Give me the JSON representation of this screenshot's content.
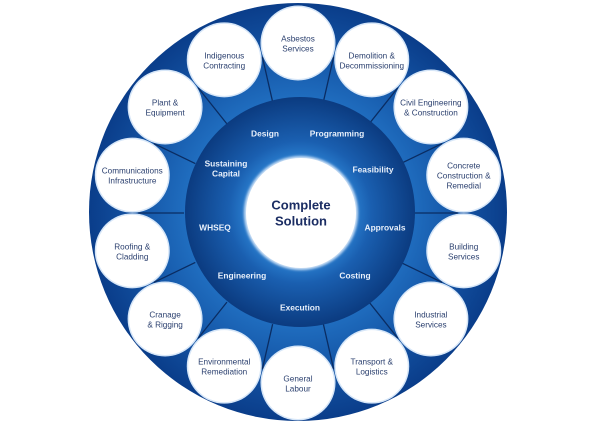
{
  "center": {
    "lines": [
      "Complete",
      "Solution"
    ]
  },
  "inner_ring": [
    {
      "lines": [
        "Design"
      ]
    },
    {
      "lines": [
        "Programming"
      ]
    },
    {
      "lines": [
        "Feasibility"
      ]
    },
    {
      "lines": [
        "Approvals"
      ]
    },
    {
      "lines": [
        "Costing"
      ]
    },
    {
      "lines": [
        "Execution"
      ]
    },
    {
      "lines": [
        "Engineering"
      ]
    },
    {
      "lines": [
        "WHSEQ"
      ]
    },
    {
      "lines": [
        "Sustaining",
        "Capital"
      ]
    }
  ],
  "services": [
    {
      "lines": [
        "Asbestos",
        "Services"
      ]
    },
    {
      "lines": [
        "Demolition &",
        "Decommissioning"
      ]
    },
    {
      "lines": [
        "Civil Engineering",
        "& Construction"
      ]
    },
    {
      "lines": [
        "Concrete",
        "Construction &",
        "Remedial"
      ]
    },
    {
      "lines": [
        "Building",
        "Services"
      ]
    },
    {
      "lines": [
        "Industrial",
        "Services"
      ]
    },
    {
      "lines": [
        "Transport &",
        "Logistics"
      ]
    },
    {
      "lines": [
        "General",
        "Labour"
      ]
    },
    {
      "lines": [
        "Environmental",
        "Remediation"
      ]
    },
    {
      "lines": [
        "Cranage",
        "& Rigging"
      ]
    },
    {
      "lines": [
        "Roofing &",
        "Cladding"
      ]
    },
    {
      "lines": [
        "Communications",
        "Infrastructure"
      ]
    },
    {
      "lines": [
        "Plant &",
        "Equipment"
      ]
    },
    {
      "lines": [
        "Indigenous",
        "Contracting"
      ]
    }
  ],
  "colors": {
    "outer_ring_dark": "#0a3d8a",
    "outer_ring_light": "#2272c4",
    "inner_disk_dark": "#0b3b80",
    "inner_disk_light": "#2a7fd0",
    "divider": "#0a2c62",
    "satellite_fill": "#ffffff",
    "satellite_text": "#2a3f6e",
    "inner_text": "#e8f0fb",
    "core_text": "#1b2d63"
  }
}
